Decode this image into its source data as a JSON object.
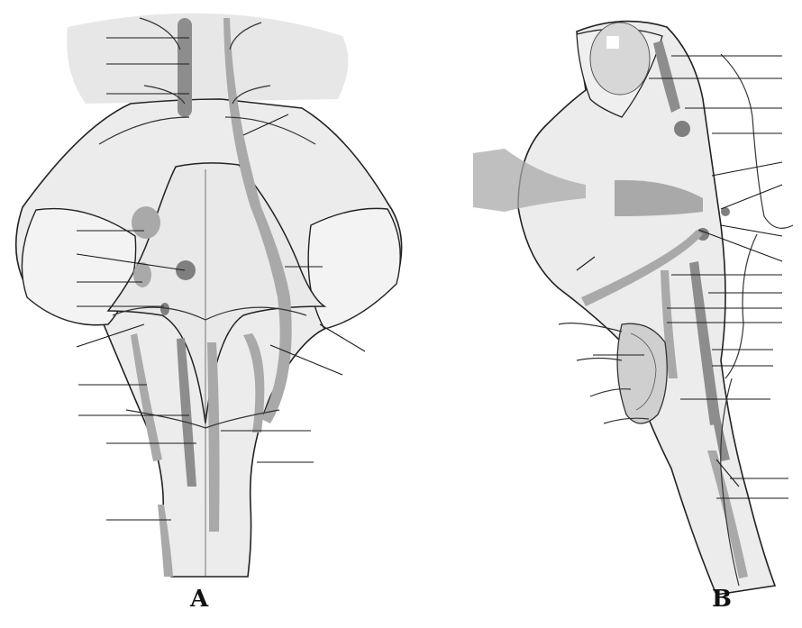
{
  "panels": [
    {
      "label": "A",
      "leader_count": 18
    },
    {
      "label": "B",
      "leader_count": 20
    }
  ],
  "colors": {
    "background": "#ffffff",
    "tissue": "#ececec",
    "tract": "#a9a9a9",
    "nucleus": "#7f7f7f",
    "outline": "#222222"
  }
}
